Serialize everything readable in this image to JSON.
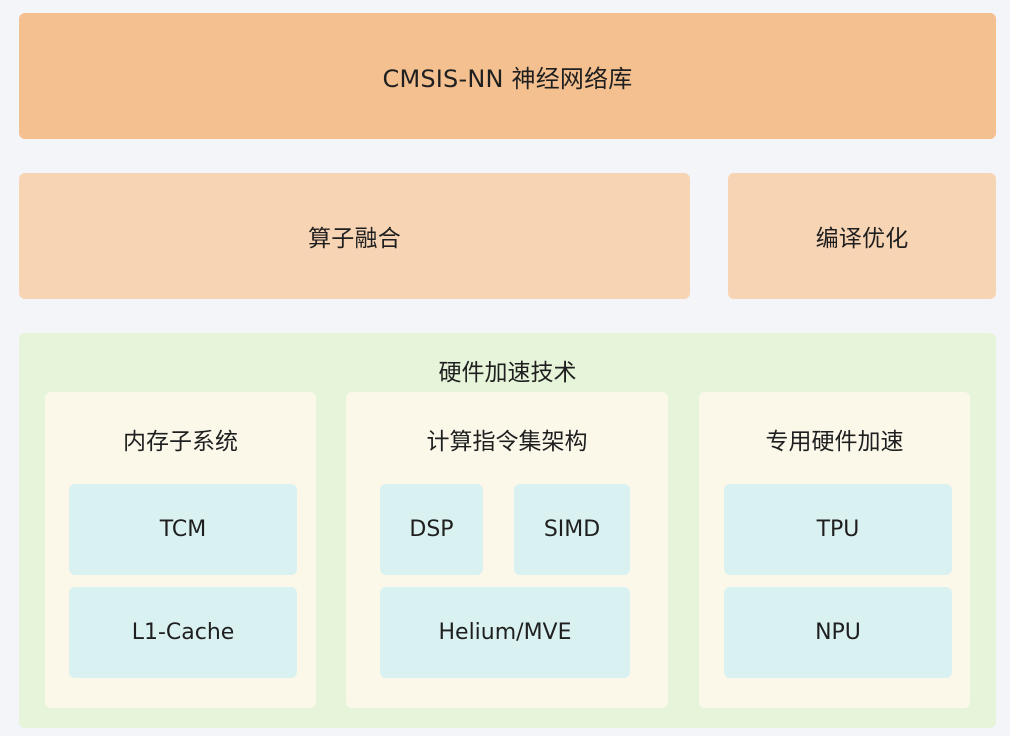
{
  "top_layer": {
    "label": "CMSIS-NN 神经网络库"
  },
  "middle_layer": {
    "left": "算子融合",
    "right": "编译优化"
  },
  "hardware": {
    "title": "硬件加速技术",
    "memory": {
      "title": "内存子系统",
      "items": [
        "TCM",
        "L1-Cache"
      ]
    },
    "isa": {
      "title": "计算指令集架构",
      "items": [
        "DSP",
        "SIMD",
        "Helium/MVE"
      ]
    },
    "accel": {
      "title": "专用硬件加速",
      "items": [
        "TPU",
        "NPU"
      ]
    }
  },
  "colors": {
    "background": "#f4f5f9",
    "top_layer": "#f4c090",
    "middle_layer": "#f7d4b4",
    "hardware_container": "#e6f5da",
    "panel": "#fbf8ea",
    "chip": "#d9f2f1"
  }
}
